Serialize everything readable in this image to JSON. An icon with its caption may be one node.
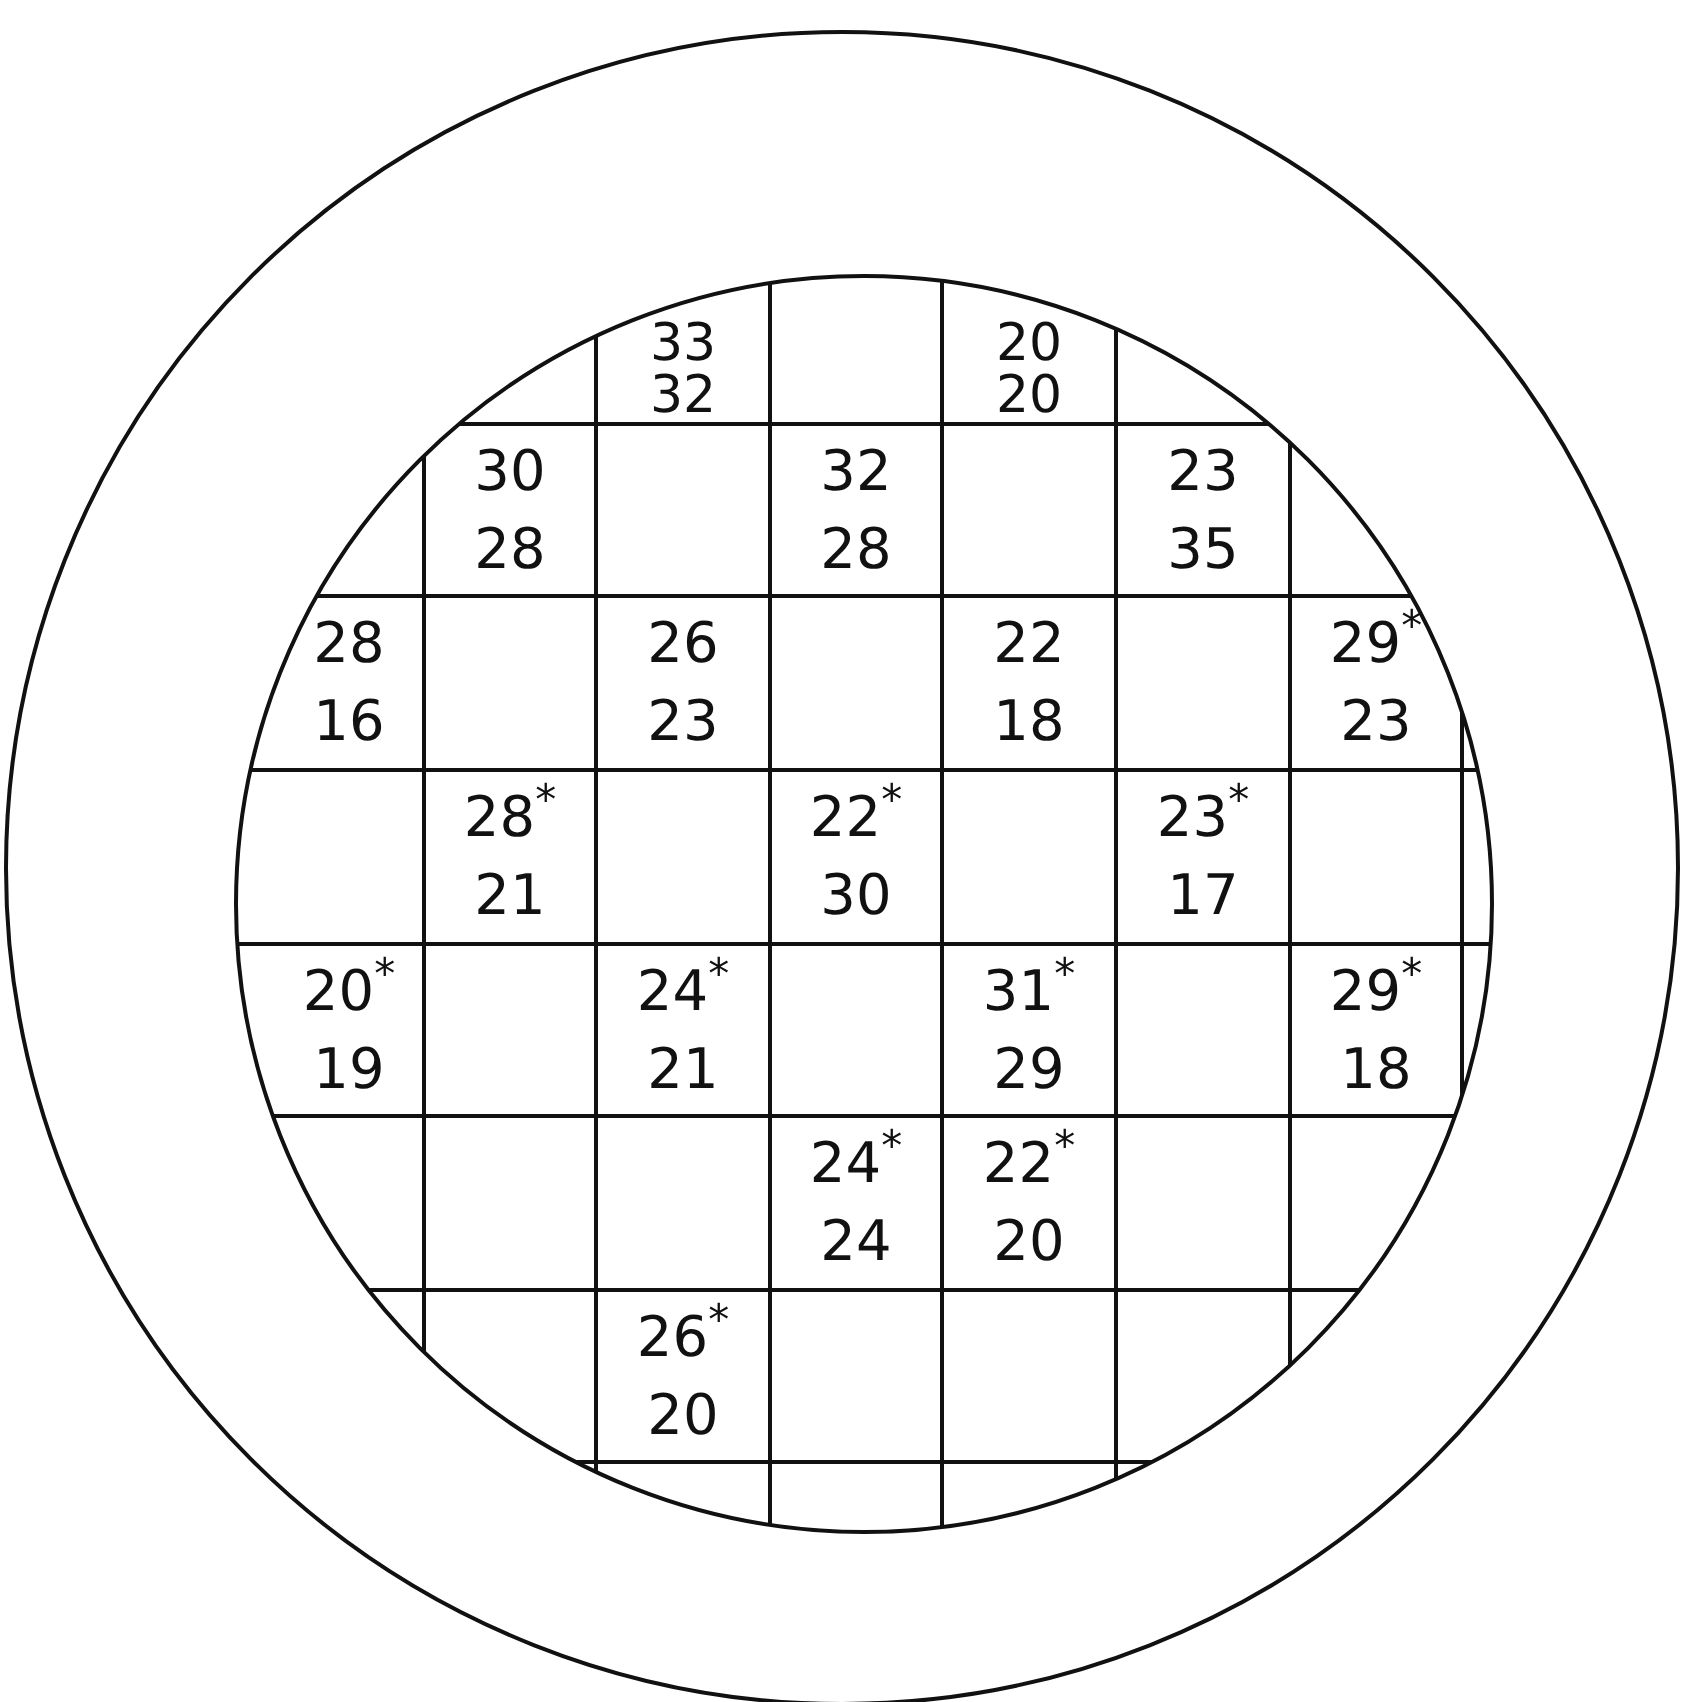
{
  "diagram": {
    "labels": [
      "33",
      "32",
      "20",
      "20",
      "30",
      "28",
      "32",
      "28",
      "23",
      "35",
      "28",
      "16",
      "26",
      "23",
      "22",
      "18",
      "29$^{*}$",
      "23",
      "28$^{*}$",
      "21",
      "22$^{*}$",
      "30",
      "23$^{*}$",
      "17",
      "20$^{*}$",
      "19",
      "24$^{*}$",
      "21",
      "31$^{*}$",
      "29",
      "29$^{*}$",
      "18",
      "24$^{*}$",
      "24",
      "22$^{*}$",
      "20",
      "26$^{*}$",
      "20"
    ]
  }
}
